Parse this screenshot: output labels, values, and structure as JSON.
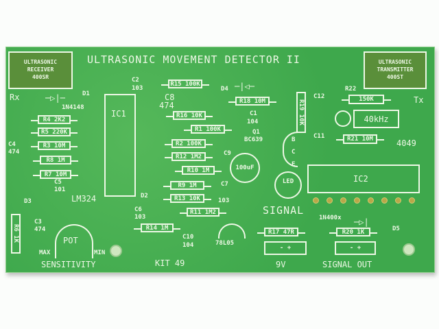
{
  "title": "ULTRASONIC MOVEMENT DETECTOR II",
  "colors": {
    "board": "#3ea84c",
    "silkscreen": "#eef8e6",
    "pad": "#b9a84a"
  },
  "receiver_box": {
    "line1": "ULTRASONIC",
    "line2": "RECEIVER",
    "line3": "400SR"
  },
  "transmitter_box": {
    "line1": "ULTRASONIC",
    "line2": "TRANSMITTER",
    "line3": "400ST"
  },
  "labels": {
    "rx": "Rx",
    "tx": "Tx",
    "d1": "D1",
    "d1_part": "1N4148",
    "c4": "C4",
    "c4_val": "474",
    "c2": "C2",
    "c2_val": "103",
    "ic1": "IC1",
    "c8": "C8",
    "c8_val": "474",
    "d4": "D4",
    "c1": "C1",
    "c1_val": "104",
    "q1": "Q1",
    "q1_part": "BC639",
    "b": "B",
    "c": "C",
    "e": "E",
    "c9": "C9",
    "c9_val": "100uF",
    "led": "LED",
    "signal": "SIGNAL",
    "c12": "C12",
    "c11": "C11",
    "r22": "R22",
    "osc": "40kHz",
    "ic2_part": "4049",
    "ic2": "IC2",
    "d2": "D2",
    "c5": "C5",
    "c5_val": "101",
    "lm324": "LM324",
    "d3": "D3",
    "c3": "C3",
    "c3_val": "474",
    "c6": "C6",
    "c6_val": "103",
    "c7": "C7",
    "c7_val": "103",
    "pot": "POT",
    "max": "MAX",
    "min": "MIN",
    "sensitivity": "SENSITIVITY",
    "kit": "KIT 49",
    "c10": "C10",
    "c10_val": "104",
    "reg": "78L05",
    "d5_part": "1N400x",
    "d5": "D5",
    "power": "9V",
    "signal_out": "SIGNAL OUT",
    "conn_polarity": "- +"
  },
  "resistors": [
    "R4 2K2",
    "R5 220K",
    "R3 10M",
    "R8  1M",
    "R7 10M",
    "R15 100K",
    "R16 10K",
    "R1 100K",
    "R2 100K",
    "R12 1M2",
    "R10 1M",
    "R9  1M",
    "R13 10K",
    "R11 1M2",
    "R14  1M",
    "R18 10M",
    "R19 10K",
    "150K",
    "R21 10M",
    "R17 47R",
    "R20 1K",
    "R6 1K"
  ]
}
